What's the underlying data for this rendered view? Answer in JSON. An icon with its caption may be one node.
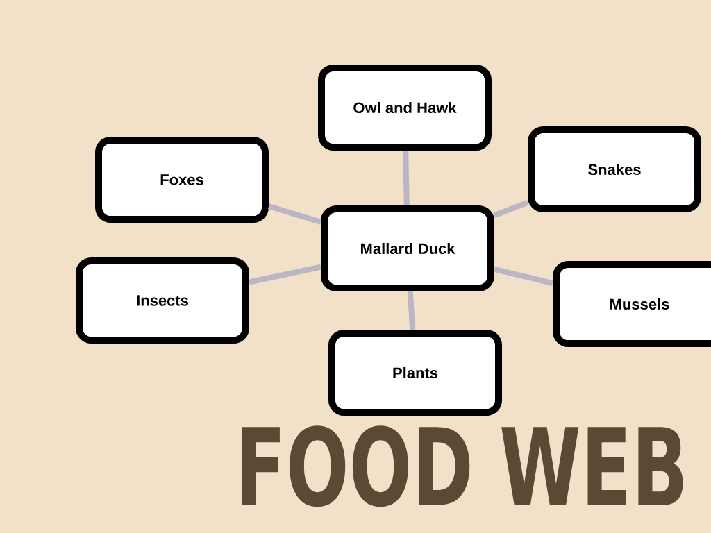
{
  "diagram": {
    "title": "FOOD WEB",
    "nodes": [
      {
        "text": [
          "Owl and Hawk"
        ]
      },
      {
        "text": [
          "Foxes"
        ]
      },
      {
        "text": [
          "Snakes"
        ]
      },
      {
        "text": [
          "Mallard Duck"
        ]
      },
      {
        "text": [
          "Insects"
        ]
      },
      {
        "text": [
          "Mussels"
        ]
      },
      {
        "text": [
          "Plants"
        ]
      }
    ],
    "edges": [
      {
        "from": 3,
        "to": 0,
        "arrow": "none"
      },
      {
        "from": 3,
        "to": 1,
        "arrow": "none"
      },
      {
        "from": 3,
        "to": 2,
        "arrow": "none"
      },
      {
        "from": 3,
        "to": 4,
        "arrow": "none"
      },
      {
        "from": 3,
        "to": 5,
        "arrow": "none"
      },
      {
        "from": 3,
        "to": 6,
        "arrow": "none"
      }
    ]
  }
}
